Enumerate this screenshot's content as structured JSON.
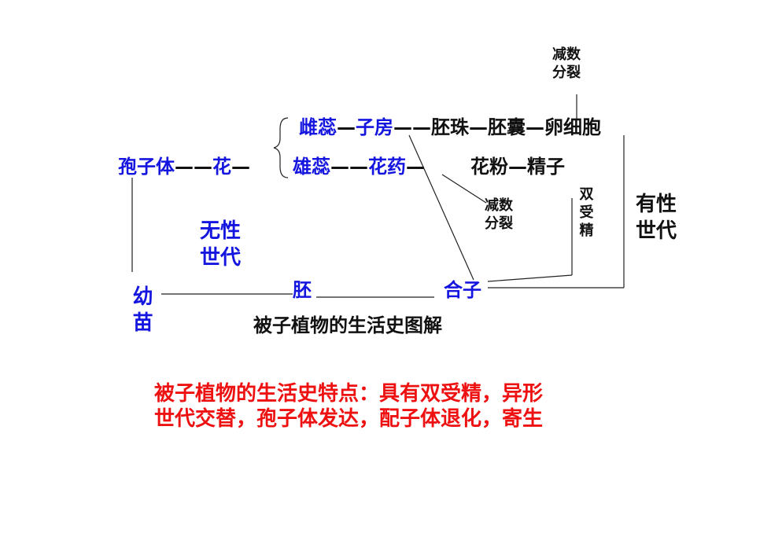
{
  "diagram": {
    "nodes": {
      "sporophyte": "孢子体",
      "flower": "花",
      "pistil": "雌蕊",
      "ovary": "子房",
      "ovule": "胚珠",
      "embryo_sac": "胚囊",
      "egg_cell": "卵细胞",
      "stamen": "雄蕊",
      "anther": "花药",
      "pollen": "花粉",
      "sperm": "精子",
      "zygote": "合子",
      "embryo": "胚",
      "seedling": "幼苗"
    },
    "meiosis_top": "减数分裂",
    "meiosis_mid": "减数分裂",
    "double_fertilization": "双受精",
    "asexual_generation": "无性世代",
    "sexual_generation": "有性世代",
    "caption": "被子植物的生活史图解",
    "dashes": {
      "after_sporophyte": "——",
      "after_flower": "—",
      "after_pistil": "—",
      "after_ovary": "——",
      "after_ovule": "—",
      "after_embryo_sac": "—",
      "after_stamen": "——",
      "after_anther": "—",
      "after_pollen": "—"
    }
  },
  "summary": {
    "line1": "被子植物的生活史特点：具有双受精，异形",
    "line2": "世代交替，孢子体发达，配子体退化，寄生"
  }
}
